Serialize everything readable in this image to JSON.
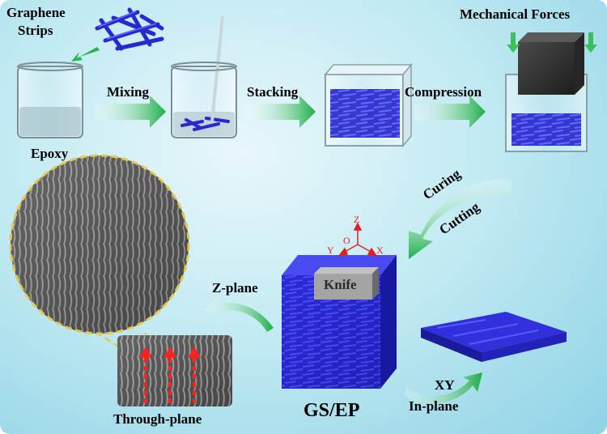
{
  "labels": {
    "graphene_strips_line1": "Graphene",
    "graphene_strips_line2": "Strips",
    "epoxy": "Epoxy",
    "mixing": "Mixing",
    "stacking": "Stacking",
    "compression": "Compression",
    "mechanical_forces": "Mechanical Forces",
    "curing": "Curing",
    "cutting": "Cutting",
    "knife": "Knife",
    "z_plane": "Z-plane",
    "through_plane": "Through-plane",
    "gs_ep": "GS/EP",
    "xy": "XY",
    "in_plane": "In-plane"
  },
  "axes": {
    "z": "Z",
    "o": "O",
    "y": "Y",
    "x": "X"
  },
  "colors": {
    "background": "#b9e6f0",
    "graphene_blue": "#2b2bd6",
    "arrow_green": "#22b04a",
    "axis_red": "#e02020",
    "sem_highlight": "#e8c84a"
  }
}
